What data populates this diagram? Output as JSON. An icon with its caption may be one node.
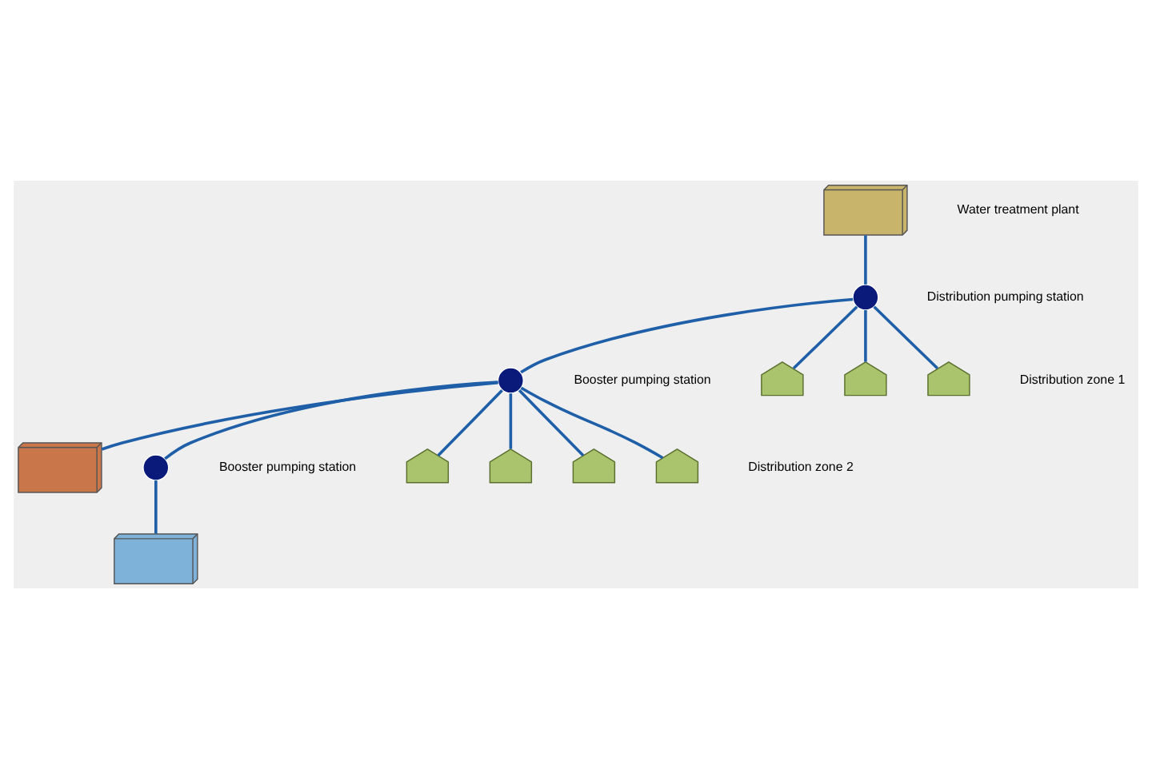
{
  "diagram": {
    "nodes": [
      {
        "text": [],
        "shape": "picture",
        "beside": [
          "Water treatment plant"
        ]
      },
      {
        "text": [],
        "shape": "circle",
        "beside": [
          "Distribution pumping station"
        ]
      },
      {
        "text": [],
        "shape": "circle",
        "beside": [
          "Booster pumping station"
        ]
      },
      {
        "text": [],
        "shape": "house"
      },
      {
        "text": [],
        "shape": "house"
      },
      {
        "text": [],
        "shape": "house"
      },
      {
        "text": [],
        "shape": "picture"
      },
      {
        "text": [],
        "shape": "picture"
      },
      {
        "text": [],
        "shape": "circle",
        "beside": [
          "Booster pumping station"
        ]
      },
      {
        "text": [],
        "shape": "house"
      },
      {
        "text": [],
        "shape": "house"
      },
      {
        "text": [],
        "shape": "house"
      },
      {
        "text": [],
        "shape": "house"
      }
    ],
    "edges": [
      {
        "from": 0,
        "to": 1,
        "arrow": "none"
      },
      {
        "from": 1,
        "to": 2,
        "arrow": "none"
      },
      {
        "from": 1,
        "to": 3,
        "arrow": "none"
      },
      {
        "from": 1,
        "to": 4,
        "arrow": "none"
      },
      {
        "from": 1,
        "to": 5,
        "arrow": "none"
      },
      {
        "from": 2,
        "to": 6,
        "arrow": "none"
      },
      {
        "from": 2,
        "to": 8,
        "arrow": "none"
      },
      {
        "from": 8,
        "to": 7,
        "arrow": "none"
      },
      {
        "from": 2,
        "to": 9,
        "arrow": "none"
      },
      {
        "from": 2,
        "to": 10,
        "arrow": "none"
      },
      {
        "from": 2,
        "to": 11,
        "arrow": "none"
      },
      {
        "from": 2,
        "to": 12,
        "arrow": "none"
      }
    ],
    "labels": [
      "Distribution zone 1",
      "Distribution zone 2"
    ]
  }
}
